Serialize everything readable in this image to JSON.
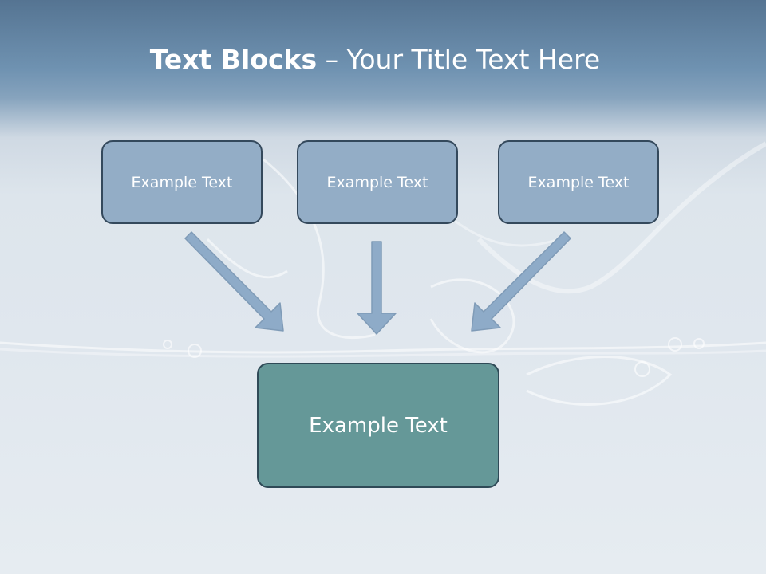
{
  "title": {
    "bold": "Text Blocks",
    "dash": " – ",
    "rest": "Your Title Text Here"
  },
  "blocks": [
    {
      "text": "Example Text"
    },
    {
      "text": "Example Text"
    },
    {
      "text": "Example Text"
    }
  ],
  "main_block": {
    "text": "Example Text"
  },
  "colors": {
    "header": "#557492",
    "small_box": "#93adc6",
    "main_box": "#659898",
    "arrow": "#8eabc8",
    "border": "#34495c"
  }
}
